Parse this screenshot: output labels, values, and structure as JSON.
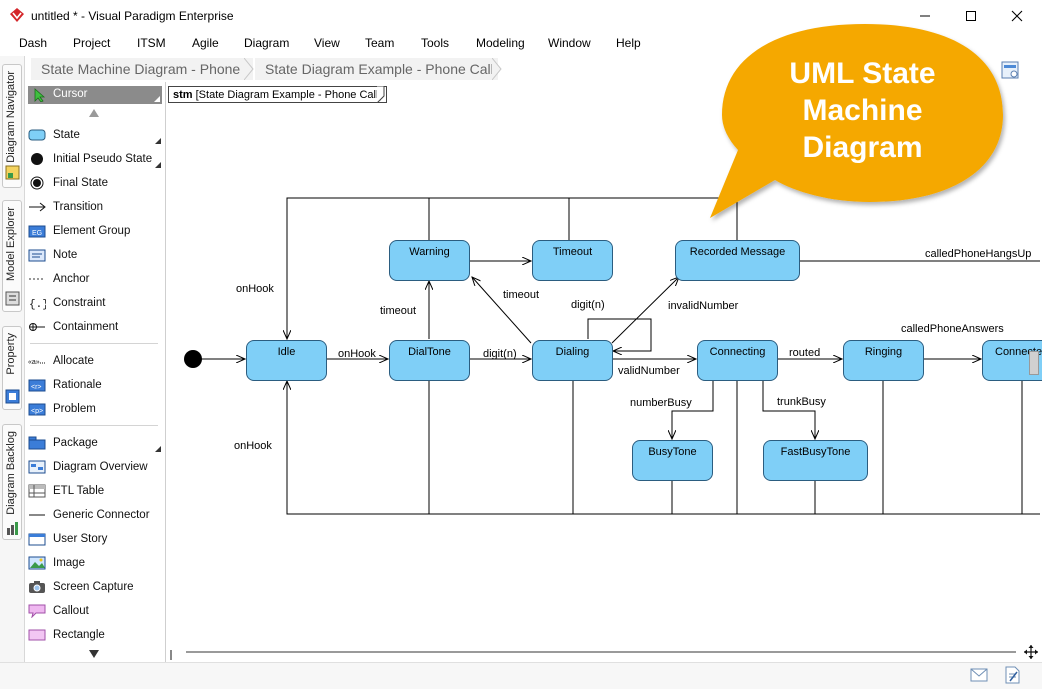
{
  "window": {
    "title": "untitled * - Visual Paradigm Enterprise"
  },
  "menu": [
    "Dash",
    "Project",
    "ITSM",
    "Agile",
    "Diagram",
    "View",
    "Team",
    "Tools",
    "Modeling",
    "Window",
    "Help"
  ],
  "breadcrumb": [
    "State Machine Diagram - Phone",
    "State Diagram Example - Phone Call"
  ],
  "side_tabs": [
    "Diagram Navigator",
    "Model Explorer",
    "Property",
    "Diagram Backlog"
  ],
  "palette": {
    "selected": "Cursor",
    "items": [
      "State",
      "Initial Pseudo State",
      "Final State",
      "Transition",
      "Element Group",
      "Note",
      "Anchor",
      "Constraint",
      "Containment",
      "Allocate",
      "Rationale",
      "Problem",
      "Package",
      "Diagram Overview",
      "ETL Table",
      "Generic Connector",
      "User Story",
      "Image",
      "Screen Capture",
      "Callout",
      "Rectangle"
    ]
  },
  "diagram": {
    "tab_prefix": "stm",
    "tab_name": "[State Diagram Example - Phone Call]",
    "states": {
      "idle": "Idle",
      "dialtone": "DialTone",
      "warning": "Warning",
      "timeout": "Timeout",
      "dialing": "Dialing",
      "recorded": "Recorded Message",
      "connecting": "Connecting",
      "ringing": "Ringing",
      "connected": "Connecte",
      "busytone": "BusyTone",
      "fastbusytone": "FastBusyTone"
    },
    "transitions": {
      "onhook_top": "onHook",
      "onhook_mid": "onHook",
      "onhook_bottom": "onHook",
      "timeout_1": "timeout",
      "timeout_2": "timeout",
      "digit_1": "digit(n)",
      "digit_2": "digit(n)",
      "invalid_number": "invalidNumber",
      "valid_number": "validNumber",
      "routed": "routed",
      "number_busy": "numberBusy",
      "trunk_busy": "trunkBusy",
      "called_hangs_up": "calledPhoneHangsUp",
      "called_answers": "calledPhoneAnswers"
    }
  },
  "callout": {
    "lines": [
      "UML State",
      "Machine",
      "Diagram"
    ],
    "color": "#f2a900"
  },
  "colors": {
    "state_fill": "#7fcff7",
    "state_border": "#2b5d80",
    "callout": "#f5a800"
  }
}
